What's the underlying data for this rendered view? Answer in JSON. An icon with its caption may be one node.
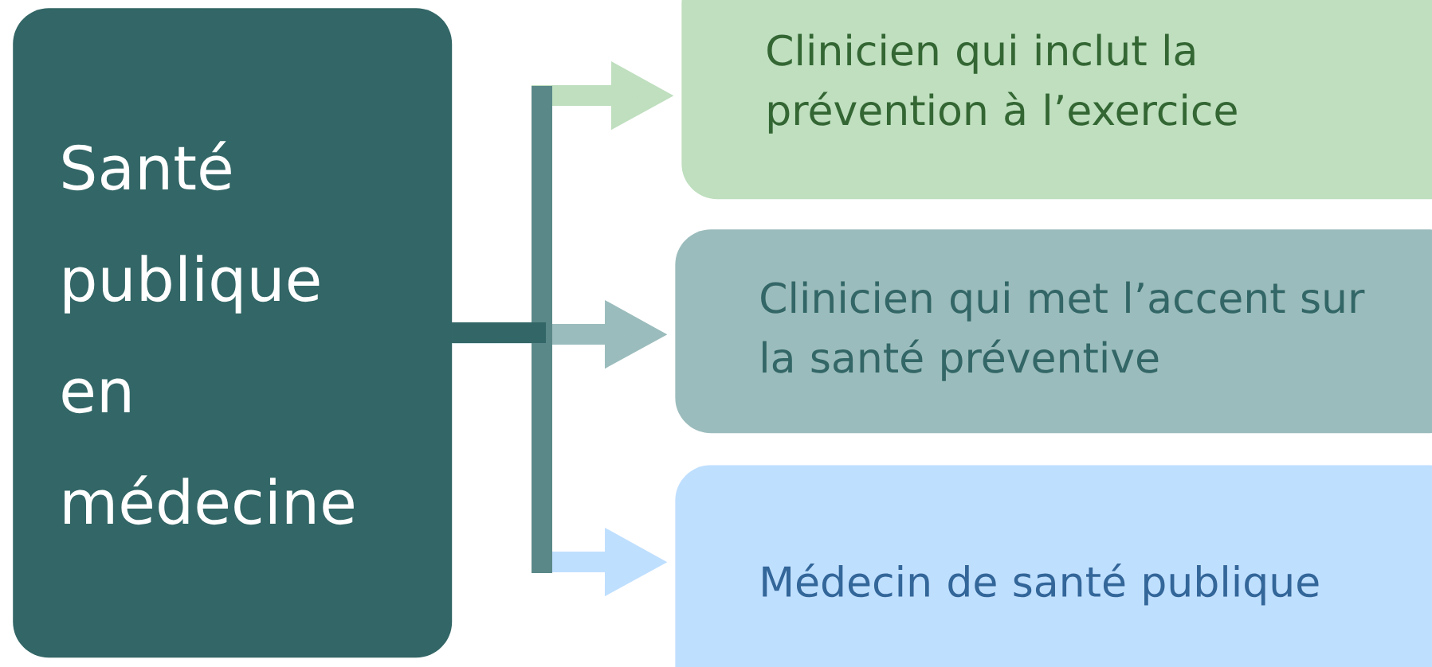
{
  "diagram": {
    "nodes": [
      {
        "text": [
          "Santé publique en médecine"
        ]
      },
      {
        "text": [
          "Clinicien qui inclut la prévention à l’exercice"
        ]
      },
      {
        "text": [
          "Clinicien qui met l’accent sur la santé préventive"
        ]
      },
      {
        "text": [
          "Médecin de santé publique"
        ]
      }
    ],
    "edges": [
      {
        "from": 0,
        "to": 1,
        "arrow": "to",
        "color": "#bfdfbf"
      },
      {
        "from": 0,
        "to": 2,
        "arrow": "to",
        "color": "#9bbcbc"
      },
      {
        "from": 0,
        "to": 3,
        "arrow": "to",
        "color": "#bfdfff"
      }
    ]
  }
}
